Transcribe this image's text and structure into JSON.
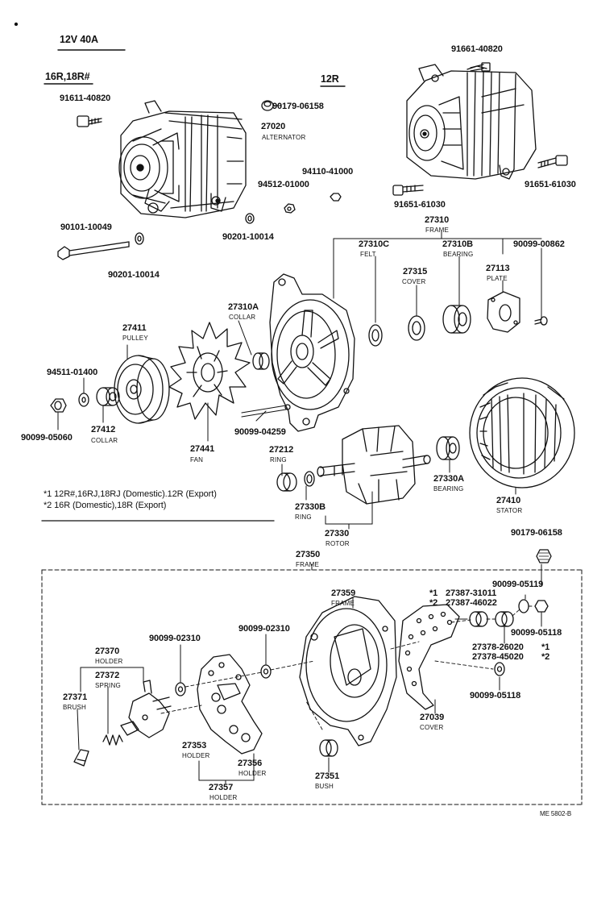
{
  "header": {
    "spec": "12V 40A",
    "variant_left": "16R,18R#",
    "variant_right": "12R"
  },
  "labels": {
    "p91611": "91611-40820",
    "p90179a": "90179-06158",
    "p27020": "27020",
    "p27020n": "ALTERNATOR",
    "p94110": "94110-41000",
    "p94512": "94512-01000",
    "p90201a": "90201-10014",
    "p90101": "90101-10049",
    "p90201b": "90201-10014",
    "p91661": "91661-40820",
    "p91651r": "91651-61030",
    "p91651l": "91651-61030",
    "p27310": "27310",
    "p27310n": "FRAME",
    "p27310c": "27310C",
    "p27310cn": "FELT",
    "p27315": "27315",
    "p27315n": "COVER",
    "p27310b": "27310B",
    "p27310bn": "BEARING",
    "p90099_862": "90099-00862",
    "p27113": "27113",
    "p27113n": "PLATE",
    "p27310a": "27310A",
    "p27310an": "COLLAR",
    "p27411": "27411",
    "p27411n": "PULLEY",
    "p94511": "94511-01400",
    "p90099_5060": "90099-05060",
    "p27412": "27412",
    "p27412n": "COLLAR",
    "p27441": "27441",
    "p27441n": "FAN",
    "p90099_4259": "90099-04259",
    "p27212": "27212",
    "p27212n": "RING",
    "p27330a": "27330A",
    "p27330an": "BEARING",
    "p27410": "27410",
    "p27410n": "STATOR",
    "p27330b": "27330B",
    "p27330bn": "RING",
    "p27330": "27330",
    "p27330n": "ROTOR",
    "p90179b": "90179-06158",
    "p27350": "27350",
    "p27350n": "FRAME",
    "p27359": "27359",
    "p27359n": "FRAME",
    "p27387a": "27387-31011",
    "p27387b": "27387-46022",
    "p90099_5119": "90099-05119",
    "p90099_5118a": "90099-05118",
    "p90099_2310l": "90099-02310",
    "p90099_2310r": "90099-02310",
    "p27378a": "27378-26020",
    "p27378b": "27378-45020",
    "p90099_5118b": "90099-05118",
    "p27370": "27370",
    "p27370n": "HOLDER",
    "p27372": "27372",
    "p27372n": "SPRING",
    "p27371": "27371",
    "p27371n": "BRUSH",
    "p27353": "27353",
    "p27353n": "HOLDER",
    "p27356": "27356",
    "p27356n": "HOLDER",
    "p27357": "27357",
    "p27357n": "HOLDER",
    "p27351": "27351",
    "p27351n": "BUSH",
    "p27039": "27039",
    "p27039n": "COVER",
    "star1": "*1",
    "star2": "*2"
  },
  "notes": {
    "note1": "*1 12R#,16RJ,18RJ (Domestic).12R (Export)",
    "note2": "*2 16R (Domestic),18R (Export)"
  },
  "footer": {
    "ref": "ME 5802-B"
  }
}
